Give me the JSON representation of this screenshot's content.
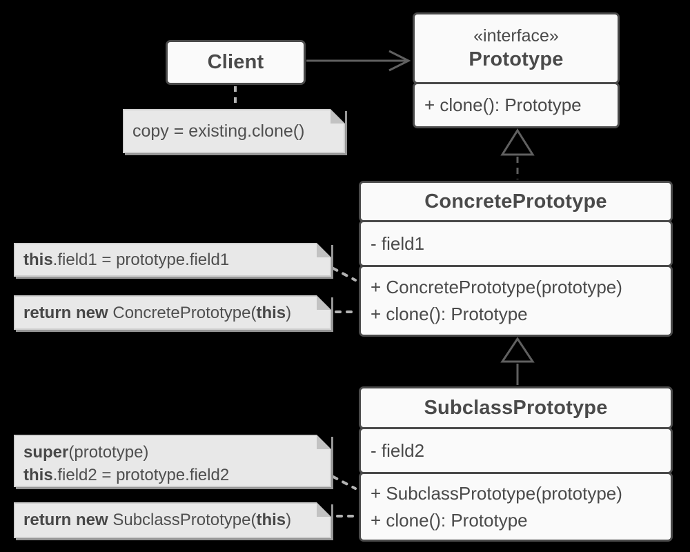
{
  "diagram": {
    "kind": "uml-class-diagram",
    "pattern": "Prototype"
  },
  "colors": {
    "background": "#000000",
    "box_fill": "#fafafa",
    "box_border": "#4a4a4a",
    "box_text": "#4a4a4a",
    "note_fill": "#e8e8e8",
    "note_text": "#4f4f4f",
    "connector": "#606060",
    "note_connector": "#b3b3b3"
  },
  "classes": {
    "client": {
      "title": "Client"
    },
    "prototype": {
      "stereotype": "«interface»",
      "title": "Prototype",
      "methods": [
        "+ clone(): Prototype"
      ]
    },
    "concrete": {
      "title": "ConcretePrototype",
      "fields": [
        "- field1"
      ],
      "methods": [
        "+ ConcretePrototype(prototype)",
        "+ clone(): Prototype"
      ]
    },
    "subclass": {
      "title": "SubclassPrototype",
      "fields": [
        "- field2"
      ],
      "methods": [
        "+ SubclassPrototype(prototype)",
        "+ clone(): Prototype"
      ]
    }
  },
  "notes": {
    "copy": {
      "text": "copy = existing.clone()"
    },
    "field1": {
      "kw": "this",
      "rest": ".field1 = prototype.field1"
    },
    "ret_concrete": {
      "kw": "return new",
      "mid": " ConcretePrototype(",
      "this_kw": "this",
      "close": ")"
    },
    "super_note": {
      "line1_kw": "super",
      "line1_rest": "(prototype)",
      "line2_kw": "this",
      "line2_rest": ".field2 = prototype.field2"
    },
    "ret_subclass": {
      "kw": "return new",
      "mid": " SubclassPrototype(",
      "this_kw": "this",
      "close": ")"
    }
  },
  "relations": {
    "association": "Client → Prototype",
    "implements": "ConcretePrototype ⇢ Prototype",
    "extends": "SubclassPrototype → ConcretePrototype"
  }
}
